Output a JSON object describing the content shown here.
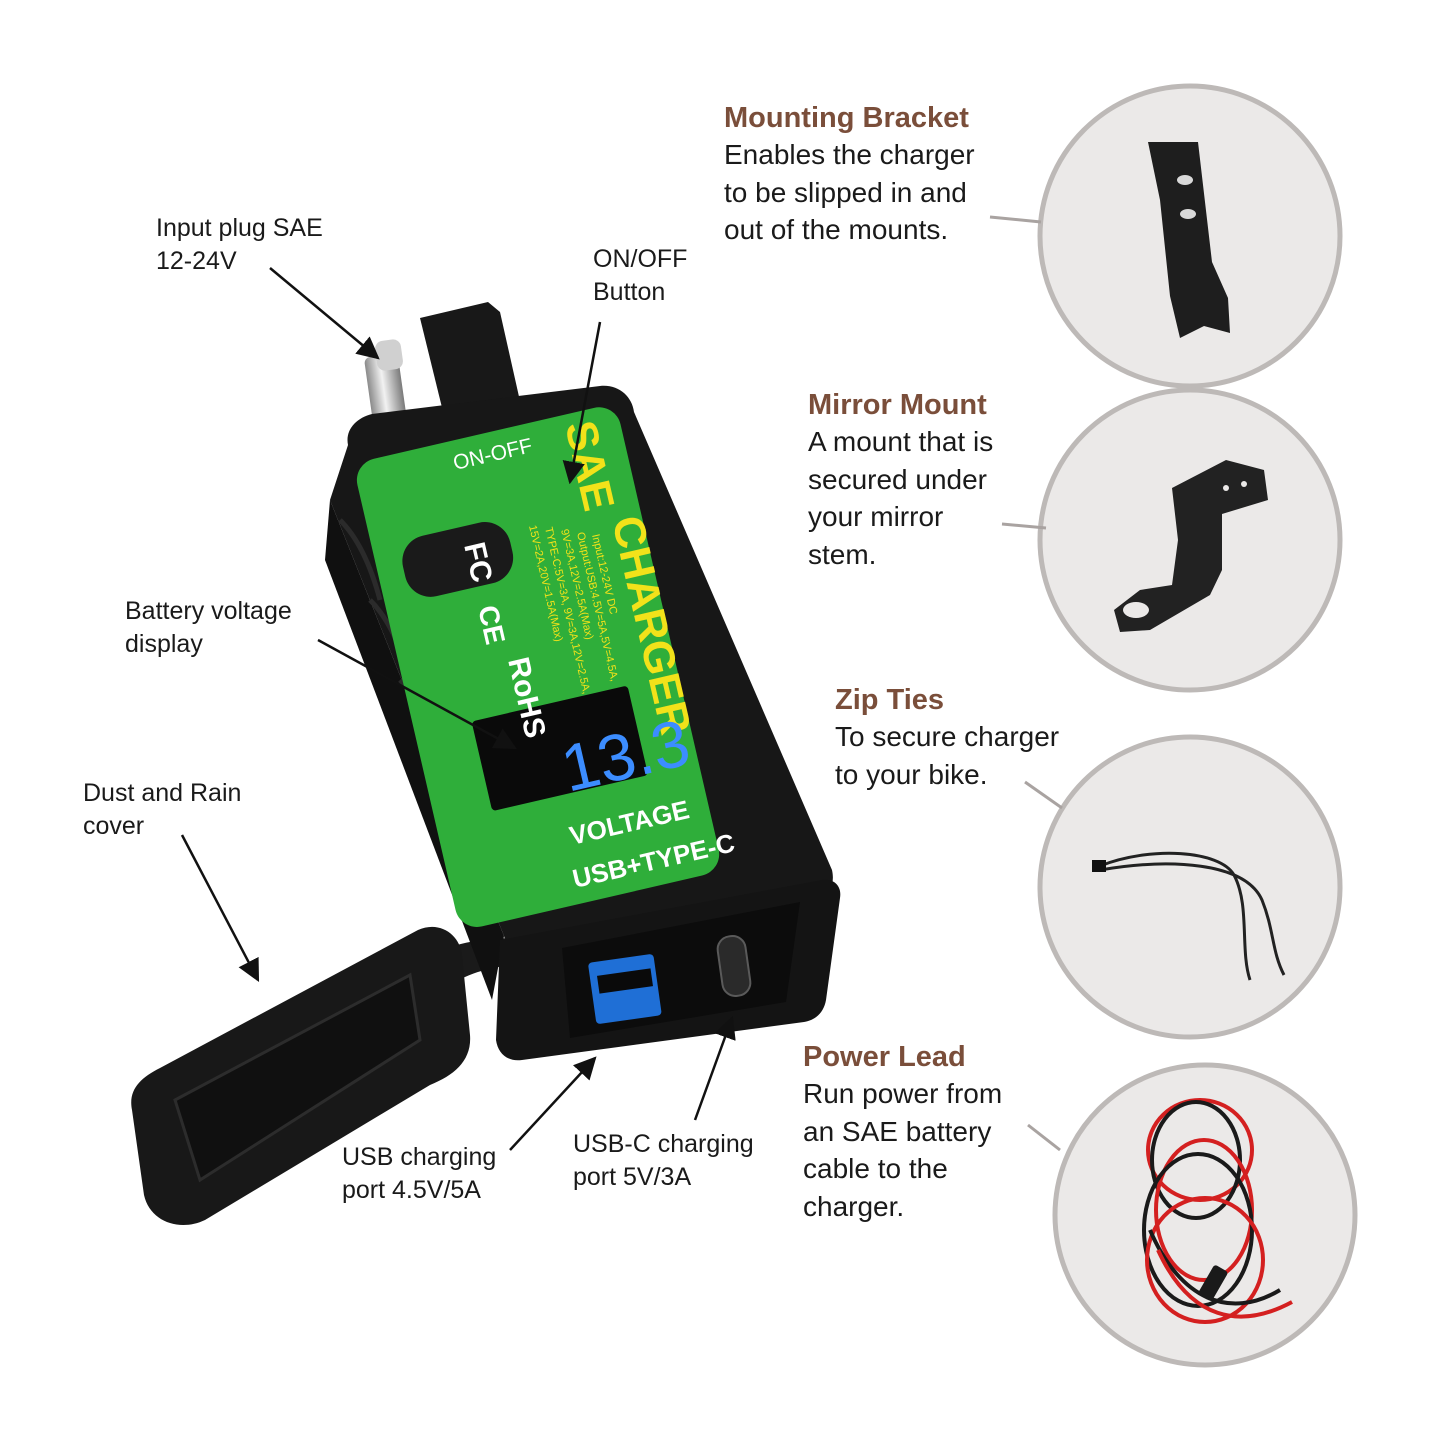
{
  "device": {
    "brand_line1": "SAE",
    "brand_line2": "CHARGER",
    "switch_label": "ON-OFF",
    "spec_input": "Input:12-24V  DC",
    "spec_output": "Output:USB:4.5V=5A,5V=4.5A,",
    "spec_line3": "9V=3A,12V=2.5A(Max)",
    "spec_line4": "TYPE-C:5V=3A, 9V=3A,12V=2.5A,",
    "spec_line5": "15V=2A,20V=1.5A(Max)",
    "cert_fc": "FC",
    "cert_ce": "CE",
    "cert_rohs": "RoHS",
    "display_value": "13.3",
    "voltage_label": "VOLTAGE",
    "port_label": "USB+TYPE-C",
    "body_color": "#161616",
    "panel_color": "#2fae3a",
    "text_yellow": "#f2e21a",
    "display_color": "#3c8dff"
  },
  "callouts": {
    "input_plug": "Input plug SAE\n12-24V",
    "on_off": "ON/OFF\nButton",
    "battery_display": "Battery voltage\ndisplay",
    "dust_cover": "Dust and Rain\ncover",
    "usb_port": "USB charging\nport 4.5V/5A",
    "usbc_port": "USB-C charging\nport 5V/3A"
  },
  "features": [
    {
      "title": "Mounting Bracket",
      "description": "Enables the charger\nto be slipped in and\nout of the mounts."
    },
    {
      "title": "Mirror Mount",
      "description": "A mount that is\nsecured under\nyour mirror\nstem."
    },
    {
      "title": "Zip Ties",
      "description": "To secure charger\nto your bike."
    },
    {
      "title": "Power Lead",
      "description": "Run power from\nan SAE battery\ncable to the\ncharger."
    }
  ],
  "colors": {
    "title_brown": "#7a4e3a",
    "circle_fill": "#ebe9e8",
    "circle_border": "#bdb9b7"
  }
}
